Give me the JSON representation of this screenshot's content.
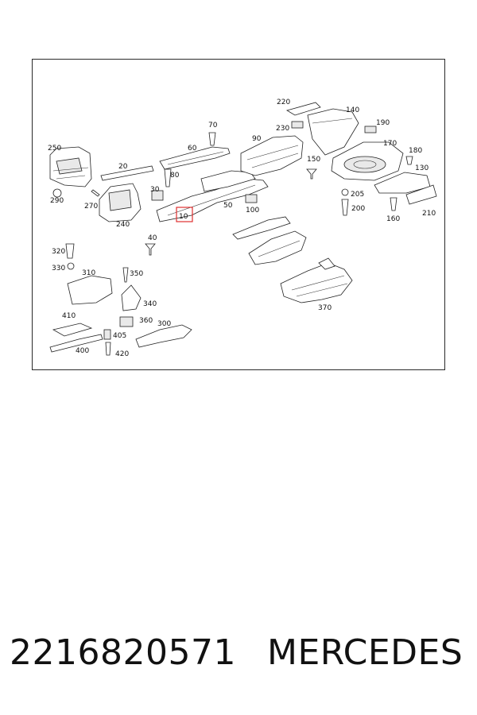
{
  "diagram": {
    "highlighted_label": "10",
    "labels": [
      "250",
      "20",
      "290",
      "270",
      "240",
      "30",
      "80",
      "60",
      "70",
      "10",
      "90",
      "50",
      "100",
      "220",
      "230",
      "140",
      "190",
      "170",
      "180",
      "150",
      "130",
      "205",
      "200",
      "160",
      "210",
      "40",
      "320",
      "330",
      "310",
      "350",
      "340",
      "410",
      "360",
      "300",
      "405",
      "400",
      "420",
      "370"
    ]
  },
  "footer": {
    "part_number": "2216820571",
    "brand": "MERCEDES"
  }
}
